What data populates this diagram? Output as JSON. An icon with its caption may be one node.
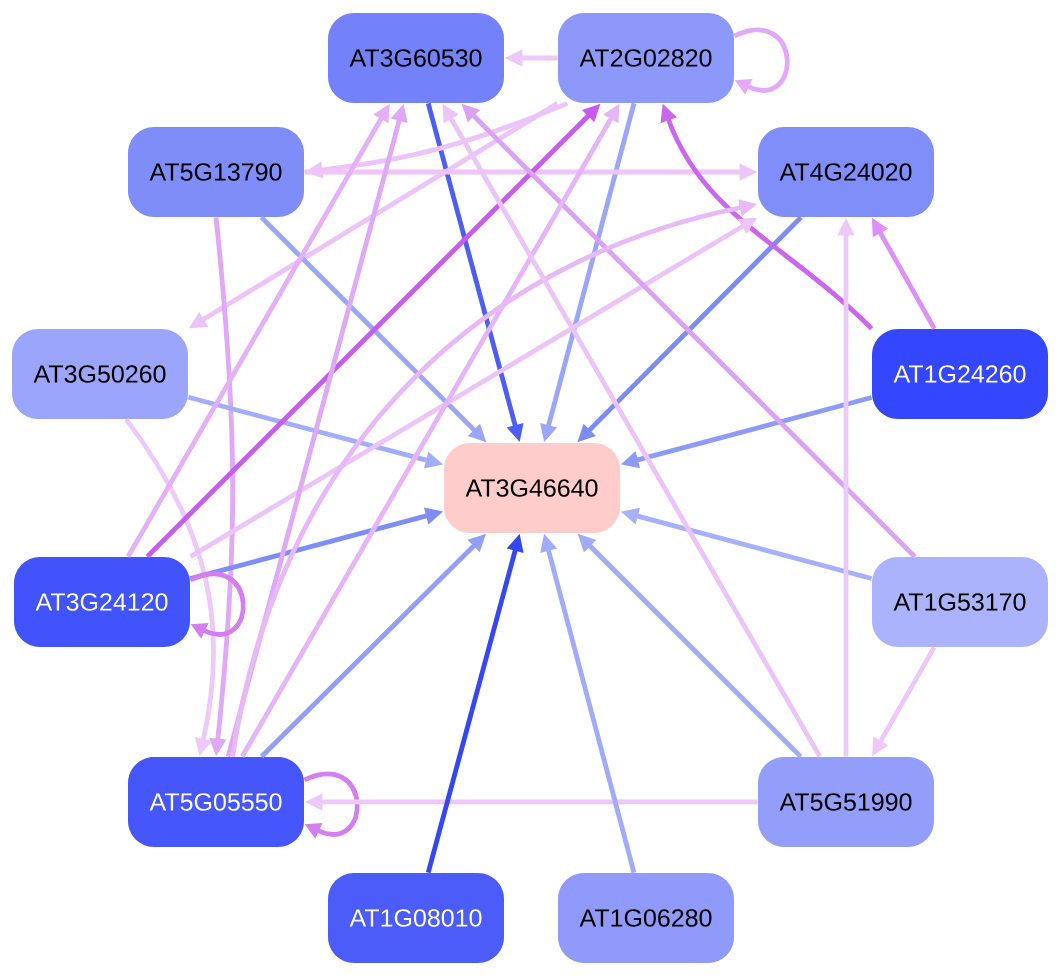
{
  "diagram": {
    "nodes": [
      {
        "text": [
          "AT3G60530"
        ]
      },
      {
        "text": [
          "AT2G02820"
        ]
      },
      {
        "text": [
          "AT5G13790"
        ]
      },
      {
        "text": [
          "AT4G24020"
        ]
      },
      {
        "text": [
          "AT3G50260"
        ]
      },
      {
        "text": [
          "AT1G24260"
        ]
      },
      {
        "text": [
          "AT3G46640"
        ]
      },
      {
        "text": [
          "AT3G24120"
        ]
      },
      {
        "text": [
          "AT1G53170"
        ]
      },
      {
        "text": [
          "AT5G05550"
        ]
      },
      {
        "text": [
          "AT5G51990"
        ]
      },
      {
        "text": [
          "AT1G08010"
        ]
      },
      {
        "text": [
          "AT1G06280"
        ]
      }
    ],
    "edges": [
      {
        "from": 0,
        "to": 6,
        "arrow": "to",
        "color": "#4b5ef6"
      },
      {
        "from": 1,
        "to": 0,
        "arrow": "to",
        "color": "#eec8fa"
      },
      {
        "from": 1,
        "to": 1,
        "arrow": "to",
        "color": "#e4a8f8"
      },
      {
        "from": 1,
        "to": 2,
        "arrow": "to",
        "color": "#ecc4fa"
      },
      {
        "from": 1,
        "to": 4,
        "arrow": "to",
        "color": "#ecc4fa"
      },
      {
        "from": 1,
        "to": 6,
        "arrow": "to",
        "color": "#9aa6fa"
      },
      {
        "from": 2,
        "to": 3,
        "arrow": "to",
        "color": "#eec4fa"
      },
      {
        "from": 2,
        "to": 6,
        "arrow": "to",
        "color": "#9aa6fa"
      },
      {
        "from": 2,
        "to": 9,
        "arrow": "to",
        "color": "#e0a8f6"
      },
      {
        "from": 3,
        "to": 6,
        "arrow": "to",
        "color": "#7b8cf4"
      },
      {
        "from": 4,
        "to": 6,
        "arrow": "to",
        "color": "#a3adfb"
      },
      {
        "from": 4,
        "to": 9,
        "arrow": "to",
        "color": "#eecafa"
      },
      {
        "from": 5,
        "to": 1,
        "arrow": "to",
        "color": "#cc66ee"
      },
      {
        "from": 5,
        "to": 3,
        "arrow": "to",
        "color": "#dc90f8"
      },
      {
        "from": 5,
        "to": 6,
        "arrow": "to",
        "color": "#8c9bf8"
      },
      {
        "from": 7,
        "to": 0,
        "arrow": "to",
        "color": "#e4b0f8"
      },
      {
        "from": 7,
        "to": 1,
        "arrow": "to",
        "color": "#c85af0"
      },
      {
        "from": 7,
        "to": 3,
        "arrow": "to",
        "color": "#ecc4fa"
      },
      {
        "from": 7,
        "to": 6,
        "arrow": "to",
        "color": "#7d8ef7"
      },
      {
        "from": 7,
        "to": 7,
        "arrow": "to",
        "color": "#d47ef0"
      },
      {
        "from": 8,
        "to": 0,
        "arrow": "to",
        "color": "#dca0f4"
      },
      {
        "from": 8,
        "to": 6,
        "arrow": "to",
        "color": "#a6b0fb"
      },
      {
        "from": 8,
        "to": 10,
        "arrow": "to",
        "color": "#eec8fa"
      },
      {
        "from": 9,
        "to": 0,
        "arrow": "to",
        "color": "#e0a8f8"
      },
      {
        "from": 9,
        "to": 1,
        "arrow": "to",
        "color": "#e6b4f8"
      },
      {
        "from": 9,
        "to": 3,
        "arrow": "to",
        "color": "#e8b8f8"
      },
      {
        "from": 9,
        "to": 6,
        "arrow": "to",
        "color": "#919ff8"
      },
      {
        "from": 9,
        "to": 9,
        "arrow": "to",
        "color": "#d47ef0"
      },
      {
        "from": 10,
        "to": 0,
        "arrow": "to",
        "color": "#ecc4fa"
      },
      {
        "from": 10,
        "to": 3,
        "arrow": "to",
        "color": "#eec8fa"
      },
      {
        "from": 10,
        "to": 6,
        "arrow": "to",
        "color": "#a0abfa"
      },
      {
        "from": 10,
        "to": 9,
        "arrow": "to",
        "color": "#eec8fa"
      },
      {
        "from": 11,
        "to": 6,
        "arrow": "to",
        "color": "#3447f8"
      },
      {
        "from": 12,
        "to": 6,
        "arrow": "to",
        "color": "#a0abfa"
      }
    ]
  }
}
